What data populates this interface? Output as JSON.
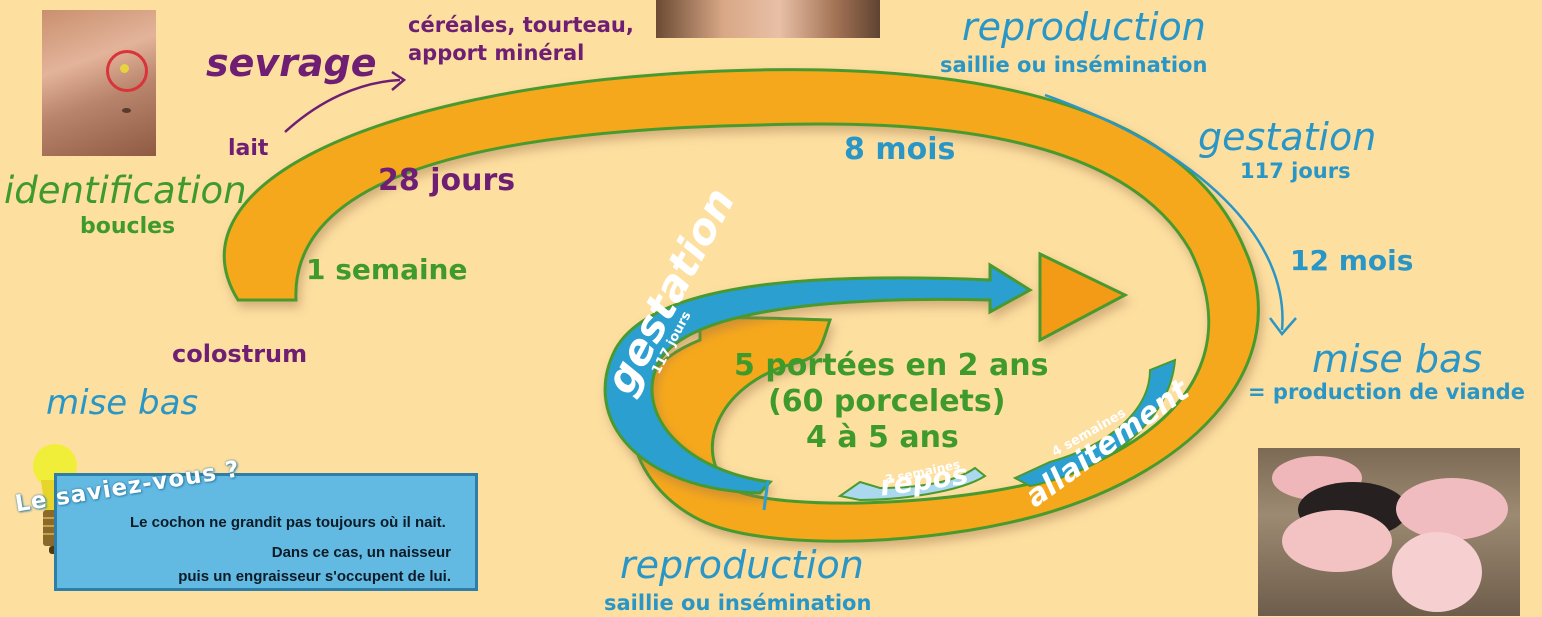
{
  "labels": {
    "cereales": "céréales, tourteau,",
    "apport": "apport minéral",
    "sevrage": "sevrage",
    "lait": "lait",
    "identification": "identification",
    "boucles": "boucles",
    "jours28": "28 jours",
    "semaine1": "1 semaine",
    "colostrum": "colostrum",
    "mise_bas_left": "mise bas",
    "mois8": "8 mois",
    "reproduction_top": "reproduction",
    "saillie_top": "saillie ou insémination",
    "gestation_right": "gestation",
    "jours117_right": "117 jours",
    "mois12": "12 mois",
    "mise_bas_right": "mise bas",
    "production": "= production de viande",
    "gestation_inner": "gestation",
    "jours117_inner": "117 jours",
    "portees": "5 portées en 2 ans",
    "porcelets": "(60 porcelets)",
    "ans": "4 à 5 ans",
    "semaines4": "4 semaines",
    "allaitement": "allaitement",
    "semaines3": "3 semaines",
    "repos": "repos",
    "reproduction_bottom": "reproduction",
    "saillie_bottom": "saillie ou insémination"
  },
  "info_box": {
    "title": "Le saviez-vous ?",
    "line1": "Le cochon ne grandit pas toujours où il nait.",
    "line2": "Dans ce cas, un naisseur",
    "line3": "puis un engraisseur s'occupent de lui."
  },
  "colors": {
    "background": "#fddfa0",
    "orange_arrow": "#f6a81e",
    "blue_arrow": "#2a9fd0",
    "light_blue_arrow": "#a9d8ef",
    "purple_text": "#6e1f73",
    "blue_text": "#2a96c6",
    "green_text": "#3f9a2c",
    "box_fill": "#62b9e1"
  },
  "icons": [
    "lightbulb-icon",
    "pig-ear-photo",
    "piglets-photo"
  ]
}
